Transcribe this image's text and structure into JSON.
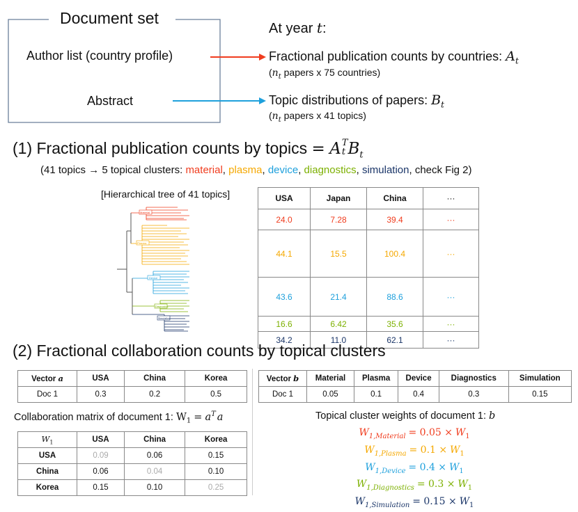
{
  "header": {
    "docset_title": "Document set",
    "author_list": "Author list (country profile)",
    "abstract": "Abstract",
    "year_prefix": "At year",
    "year_var": "t",
    "year_suffix": ":",
    "fractional_pub": "Fractional publication counts by countries:",
    "A_var": "A",
    "t_sub": "t",
    "n_var": "n",
    "countries_size": "papers x 75 countries)",
    "topic_dist": "Topic distributions of papers:",
    "B_var": "B",
    "topics_size": "papers x 41 topics)",
    "open_paren": "("
  },
  "section1": {
    "title": "(1) Fractional publication counts by topics",
    "equals": "=",
    "A_var": "A",
    "sup_T": "T",
    "sub_t": "t",
    "B_var": "B",
    "clusters_prefix": "(41 topics → 5 topical clusters:",
    "material": "material",
    "plasma": "plasma",
    "device": "device",
    "diagnostics": "diagnostics",
    "simulation": "simulation",
    "clusters_suffix": "check Fig 2)",
    "comma": ",",
    "tree_caption": "[Hierarchical tree of 41 topics]",
    "tree_labels": [
      "Material",
      "Plasma",
      "Device",
      "Diagnostics",
      "Simulation"
    ],
    "table": {
      "headers": [
        "USA",
        "Japan",
        "China",
        "···"
      ],
      "rows": [
        [
          "24.0",
          "7.28",
          "39.4",
          "···"
        ],
        [
          "44.1",
          "15.5",
          "100.4",
          "···"
        ],
        [
          "43.6",
          "21.4",
          "88.6",
          "···"
        ],
        [
          "16.6",
          "6.42",
          "35.6",
          "···"
        ],
        [
          "34.2",
          "11.0",
          "62.1",
          "···"
        ]
      ]
    }
  },
  "section2": {
    "title": "(2) Fractional collaboration counts by topical clusters",
    "vec_a": {
      "head_text": "Vector",
      "head_var": "a",
      "headers": [
        "USA",
        "China",
        "Korea"
      ],
      "row_label": "Doc 1",
      "values": [
        "0.3",
        "0.2",
        "0.5"
      ]
    },
    "vec_b": {
      "head_text": "Vector",
      "head_var": "b",
      "headers": [
        "Material",
        "Plasma",
        "Device",
        "Diagnostics",
        "Simulation"
      ],
      "row_label": "Doc 1",
      "values": [
        "0.05",
        "0.1",
        "0.4",
        "0.3",
        "0.15"
      ]
    },
    "collab_caption": "Collaboration matrix of document 1:",
    "collab_W": "W",
    "collab_sub": "1",
    "collab_eq": "=",
    "collab_a": "a",
    "collab_T": "T",
    "collab_a2": "a",
    "matrix": {
      "corner_W": "W",
      "corner_sub": "1",
      "headers": [
        "USA",
        "China",
        "Korea"
      ],
      "rows": [
        {
          "label": "USA",
          "values": [
            "0.09",
            "0.06",
            "0.15"
          ]
        },
        {
          "label": "China",
          "values": [
            "0.06",
            "0.04",
            "0.10"
          ]
        },
        {
          "label": "Korea",
          "values": [
            "0.15",
            "0.10",
            "0.25"
          ]
        }
      ]
    },
    "weights_caption": "Topical cluster weights of document 1:",
    "weights_var": "b",
    "weights": [
      {
        "sub": "1,Material",
        "eq": "= 0.05 ×",
        "color": "#f03c1e"
      },
      {
        "sub": "1,Plasma",
        "eq": "= 0.1 ×",
        "color": "#f5a800"
      },
      {
        "sub": "1,Device",
        "eq": "= 0.4 ×",
        "color": "#1ea0dc"
      },
      {
        "sub": "1,Diagnostics",
        "eq": "= 0.3 ×",
        "color": "#7cb000"
      },
      {
        "sub": "1,Simulation",
        "eq": "= 0.15 ×",
        "color": "#1a3568"
      }
    ],
    "w_var": "W",
    "w_one": "1"
  },
  "colors": {
    "arrow_red": "#f03c1e",
    "arrow_blue": "#1ea0dc",
    "material": "#f03c1e",
    "plasma": "#f5a800",
    "device": "#1ea0dc",
    "diagnostics": "#7cb000",
    "simulation": "#1a3568"
  }
}
